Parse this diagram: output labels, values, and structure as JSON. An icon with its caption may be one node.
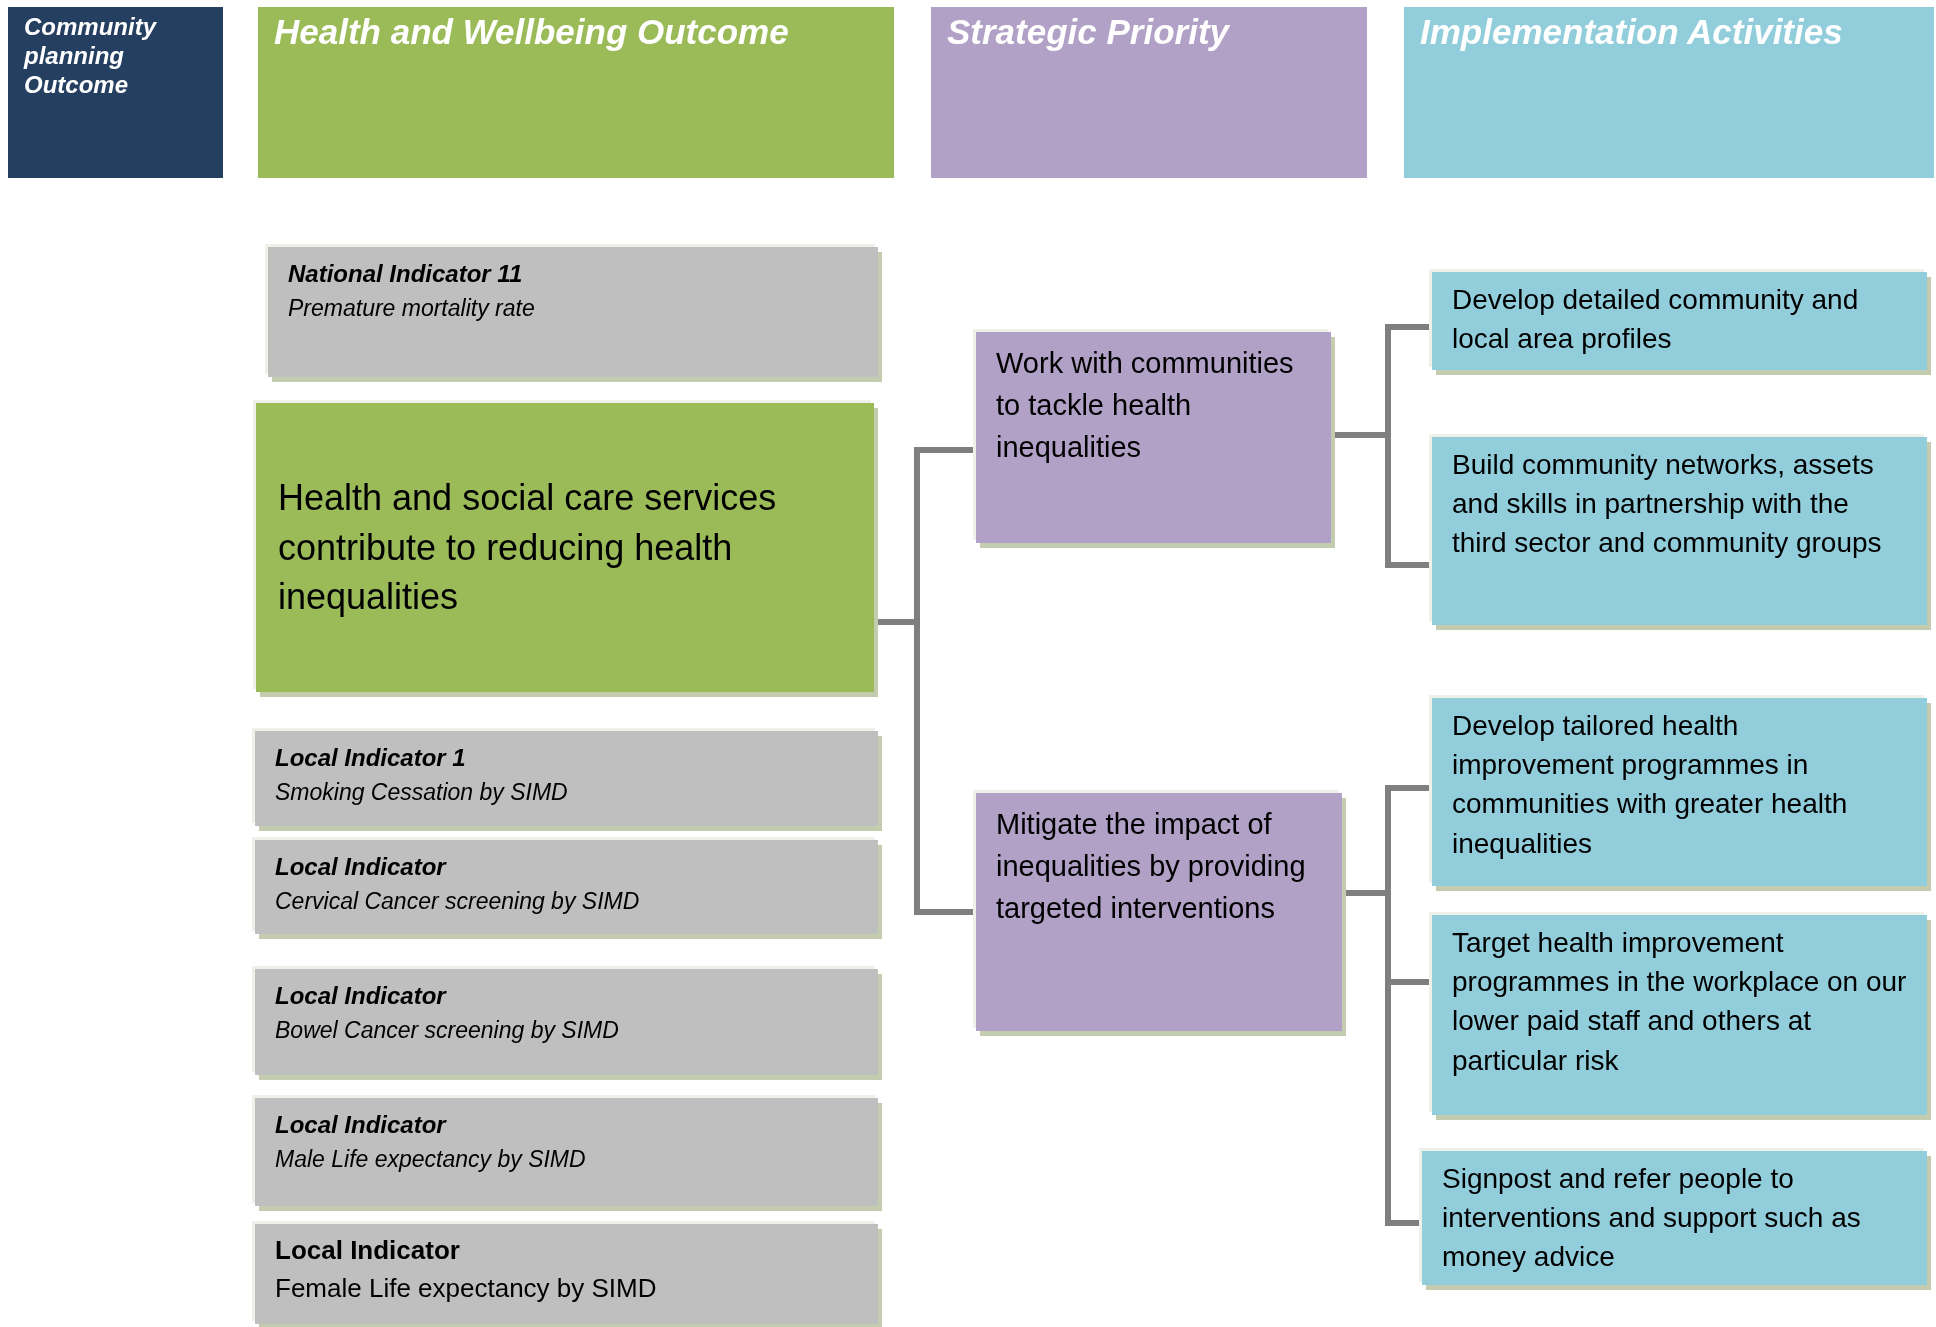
{
  "diagram": {
    "nodes": [
      {
        "text": [
          "Community planning Outcome"
        ]
      },
      {
        "text": [
          "Health and Wellbeing Outcome"
        ]
      },
      {
        "text": [
          "Strategic Priority"
        ]
      },
      {
        "text": [
          "Implementation Activities"
        ]
      },
      {
        "text": [
          "National Indicator 11",
          "Premature mortality rate"
        ]
      },
      {
        "text": [
          "Health and social care services contribute to reducing health inequalities"
        ]
      },
      {
        "text": [
          "Local Indicator 1",
          "Smoking Cessation by SIMD"
        ]
      },
      {
        "text": [
          "Local Indicator",
          "Cervical Cancer screening by SIMD"
        ]
      },
      {
        "text": [
          "Local Indicator",
          "Bowel Cancer screening by SIMD"
        ]
      },
      {
        "text": [
          "Local Indicator",
          "Male Life expectancy by SIMD"
        ]
      },
      {
        "text": [
          "Local Indicator",
          "Female Life expectancy by SIMD"
        ]
      },
      {
        "text": [
          "Work with communities to tackle health inequalities"
        ]
      },
      {
        "text": [
          "Mitigate the impact of inequalities by providing targeted interventions"
        ]
      },
      {
        "text": [
          "Develop detailed community and local area profiles"
        ]
      },
      {
        "text": [
          "Build community networks, assets and skills in partnership with the third sector and community groups"
        ]
      },
      {
        "text": [
          "Develop tailored health improvement programmes in communities with greater health inequalities"
        ]
      },
      {
        "text": [
          "Target health improvement programmes in the workplace on our lower paid staff and others at particular risk"
        ]
      },
      {
        "text": [
          "Signpost and refer people to interventions and support such as money advice"
        ]
      }
    ],
    "edges": [
      {
        "from": 5,
        "to": 11,
        "arrow": "none"
      },
      {
        "from": 5,
        "to": 12,
        "arrow": "none"
      },
      {
        "from": 11,
        "to": 13,
        "arrow": "none"
      },
      {
        "from": 11,
        "to": 14,
        "arrow": "none"
      },
      {
        "from": 12,
        "to": 15,
        "arrow": "none"
      },
      {
        "from": 12,
        "to": 16,
        "arrow": "none"
      },
      {
        "from": 12,
        "to": 17,
        "arrow": "none"
      }
    ]
  }
}
